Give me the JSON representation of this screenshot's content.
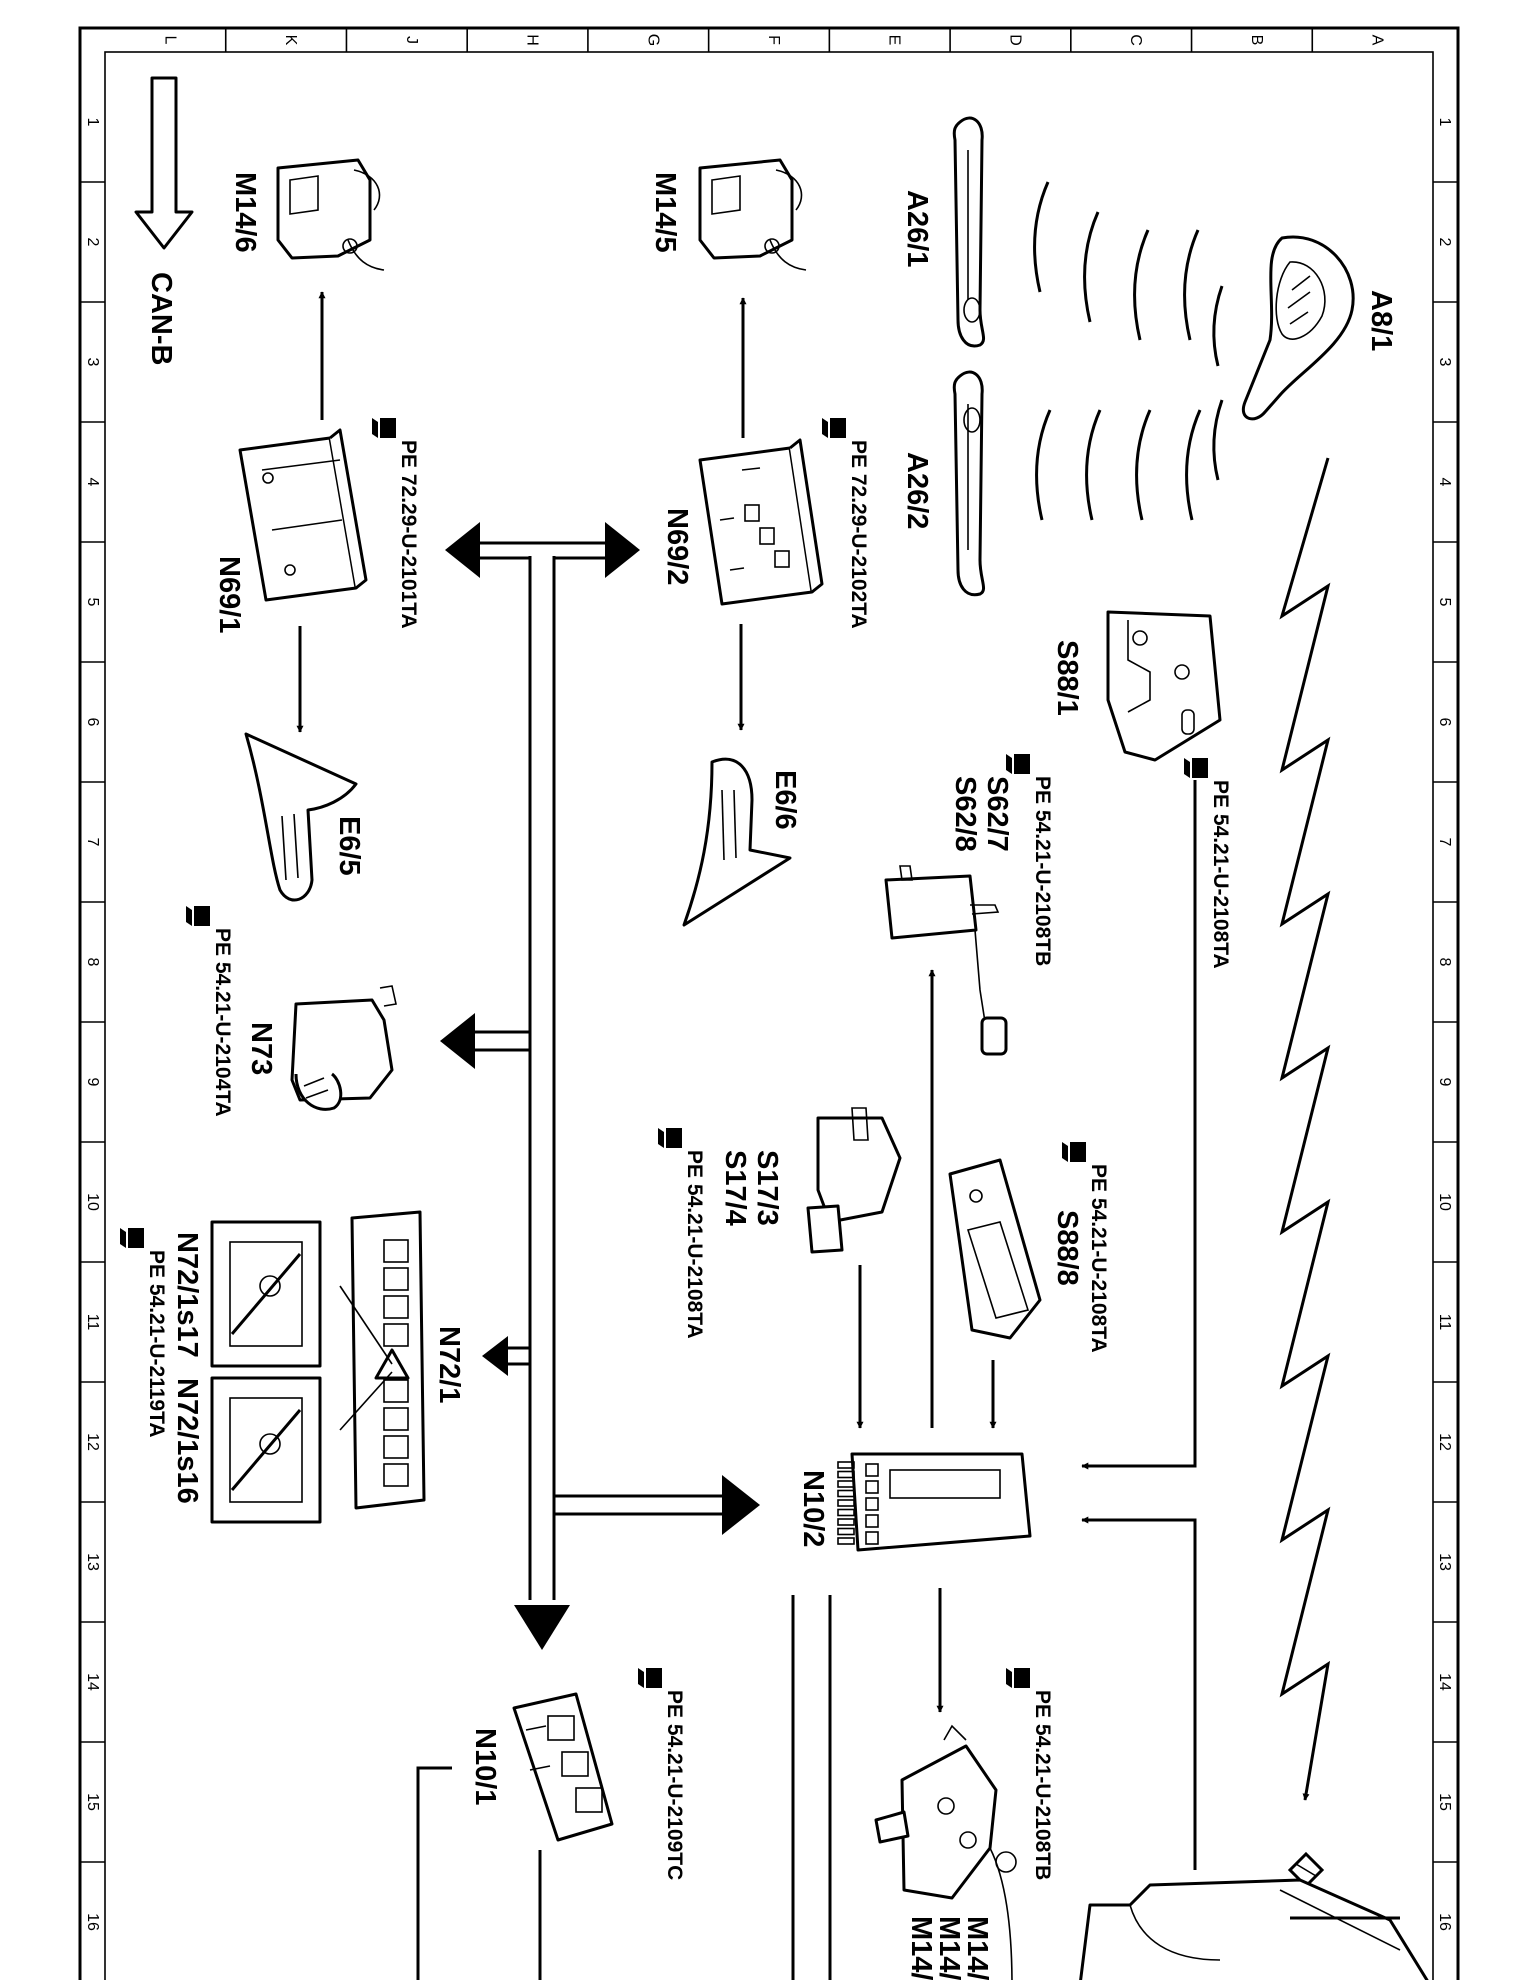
{
  "frame": {
    "letters": [
      "L",
      "K",
      "J",
      "H",
      "G",
      "F",
      "E",
      "D",
      "C",
      "B",
      "A"
    ],
    "numbers": [
      "1",
      "2",
      "3",
      "4",
      "5",
      "6",
      "7",
      "8",
      "9",
      "10",
      "11",
      "12",
      "13",
      "14",
      "15",
      "16"
    ]
  },
  "labels": {
    "can_b": "CAN-B",
    "a8_1": "A8/1",
    "a26_1": "A26/1",
    "a26_2": "A26/2",
    "m14_5": "M14/5",
    "m14_6": "M14/6",
    "n69_2": "N69/2",
    "n69_1": "N69/1",
    "s88_1": "S88/1",
    "e6_6": "E6/6",
    "e6_5": "E6/5",
    "s62_7": "S62/7",
    "s62_8": "S62/8",
    "n73": "N73",
    "s17_3": "S17/3",
    "s17_4": "S17/4",
    "s88_8": "S88/8",
    "n72_1": "N72/1",
    "n72_1s17": "N72/1s17",
    "n72_1s16": "N72/1s16",
    "n10_2": "N10/2",
    "n10_1": "N10/1",
    "m14_partial_1": "M14/",
    "m14_partial_2": "M14/",
    "m14_partial_3": "M14/"
  },
  "refs": {
    "pe_n69_1": "PE 72.29-U-2101TA",
    "pe_n69_2": "PE 72.29-U-2102TA",
    "pe_s88_1": "PE 54.21-U-2108TA",
    "pe_s62": "PE 54.21-U-2108TB",
    "pe_n73": "PE 54.21-U-2104TA",
    "pe_s17": "PE 54.21-U-2108TA",
    "pe_s88_8": "PE 54.21-U-2108TA",
    "pe_n72": "PE 54.21-U-2119TA",
    "pe_n10_1": "PE 54.21-U-2109TC",
    "pe_m14": "PE 54.21-U-2108TB"
  }
}
